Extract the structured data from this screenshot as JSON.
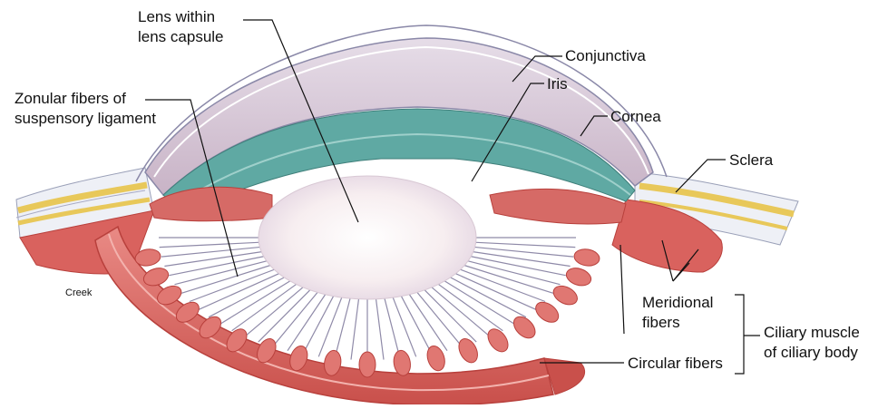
{
  "labels": {
    "lens_line1": "Lens within",
    "lens_line2": "lens capsule",
    "conjunctiva": "Conjunctiva",
    "iris": "Iris",
    "cornea": "Cornea",
    "zonular_line1": "Zonular fibers of",
    "zonular_line2": "suspensory ligament",
    "sclera": "Sclera",
    "creek": "Creek",
    "meridional_line1": "Meridional",
    "meridional_line2": "fibers",
    "circular": "Circular fibers",
    "ciliary_line1": "Ciliary muscle",
    "ciliary_line2": "of ciliary body"
  },
  "colors": {
    "muscle": "#d9625e",
    "muscle_dark": "#b8403c",
    "iris_teal": "#5fa9a3",
    "cornea": "#c9b7c9",
    "sclera_yellow": "#e8c85a",
    "lens": "#f6eef0",
    "fiber": "#8f8aa8"
  }
}
